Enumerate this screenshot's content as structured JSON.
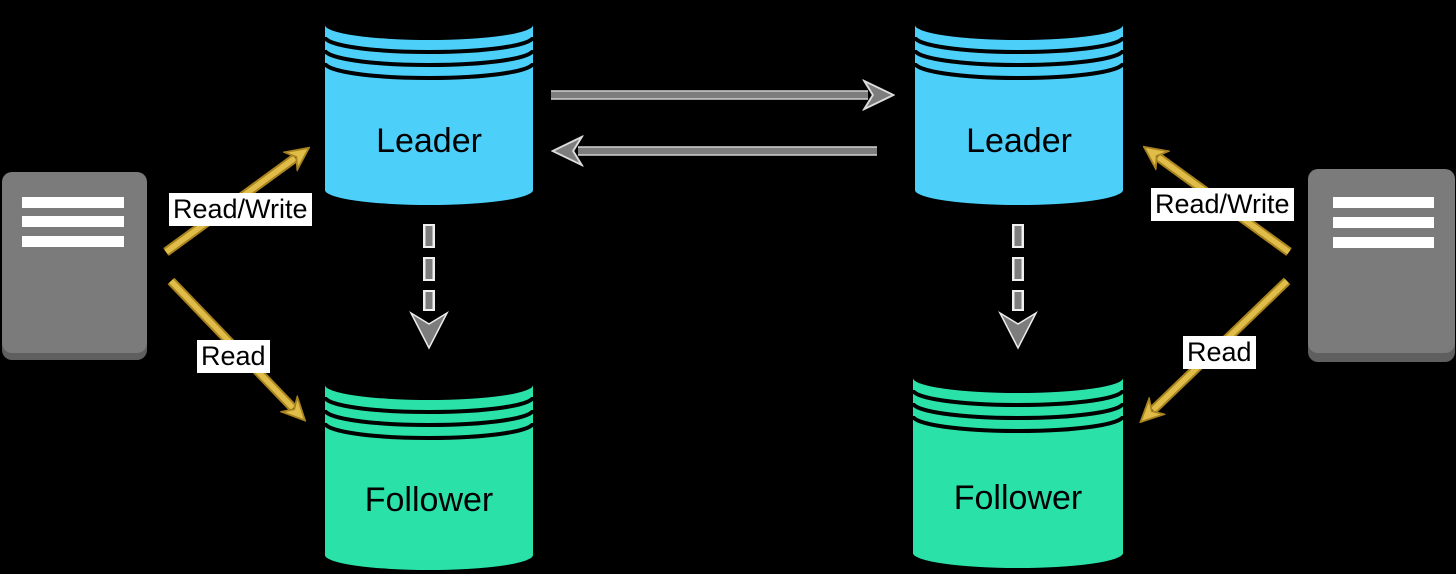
{
  "nodes": {
    "left_leader": {
      "label": "Leader",
      "shape": "database-cylinder",
      "color": "#4CCFF9"
    },
    "right_leader": {
      "label": "Leader",
      "shape": "database-cylinder",
      "color": "#4CCFF9"
    },
    "left_follower": {
      "label": "Follower",
      "shape": "database-cylinder",
      "color": "#2AE2A8"
    },
    "right_follower": {
      "label": "Follower",
      "shape": "database-cylinder",
      "color": "#2AE2A8"
    },
    "left_client": {
      "shape": "server",
      "color": "#7B7B7B"
    },
    "right_client": {
      "shape": "server",
      "color": "#7B7B7B"
    }
  },
  "edges": {
    "left_read_write": {
      "label": "Read/Write",
      "from": "left_client",
      "to": "left_leader",
      "color": "#E0BD49"
    },
    "left_read": {
      "label": "Read",
      "from": "left_client",
      "to": "left_follower",
      "color": "#E0BD49"
    },
    "right_read_write": {
      "label": "Read/Write",
      "from": "right_client",
      "to": "right_leader",
      "color": "#E0BD49"
    },
    "right_read": {
      "label": "Read",
      "from": "right_client",
      "to": "right_follower",
      "color": "#E0BD49"
    },
    "replication_left_to_right": {
      "from": "left_leader",
      "to": "right_leader",
      "style": "solid",
      "color": "#7D7D7D"
    },
    "replication_right_to_left": {
      "from": "right_leader",
      "to": "left_leader",
      "style": "solid",
      "color": "#7D7D7D"
    },
    "left_leader_to_follower": {
      "from": "left_leader",
      "to": "left_follower",
      "style": "dashed",
      "color": "#7D7D7D"
    },
    "right_leader_to_follower": {
      "from": "right_leader",
      "to": "right_follower",
      "style": "dashed",
      "color": "#7D7D7D"
    }
  },
  "colors": {
    "background": "#000000",
    "label_background": "#FFFFFF",
    "label_text": "#000000",
    "client_stripe": "#FFFFFF"
  }
}
